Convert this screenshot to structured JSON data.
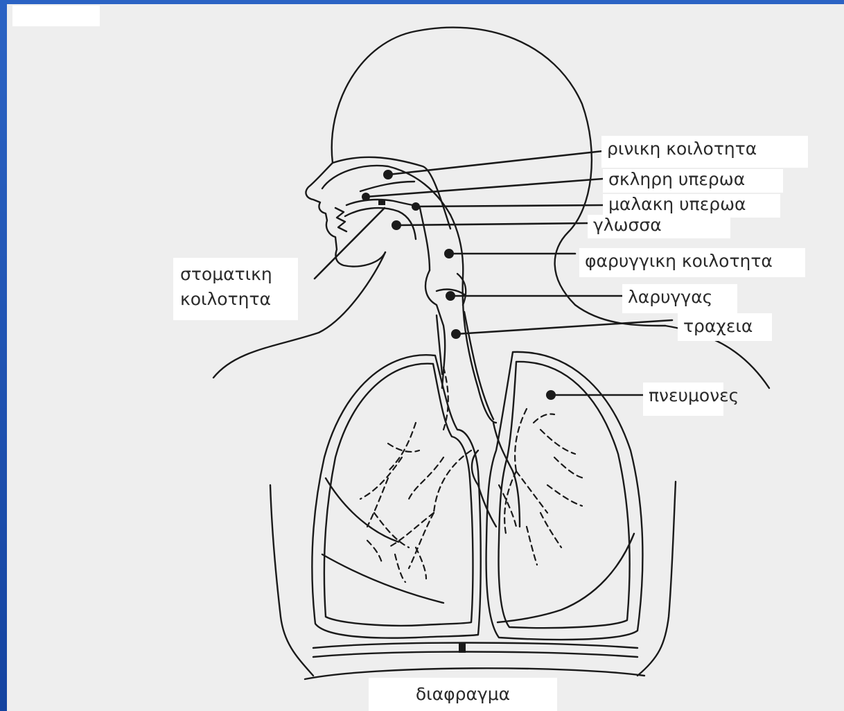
{
  "colors": {
    "frame": "#1a4fa8",
    "paper": "#eeeeee",
    "ink": "#1a1a1a",
    "label_bg": "#ffffff"
  },
  "labels": {
    "nasal_cavity": "ρινικη κοιλοτητα",
    "hard_palate": "σκληρη υπερωα",
    "soft_palate": "μαλακη υπερωα",
    "tongue": "γλωσσα",
    "pharyngeal_cavity": "φαρυγγικη κοιλοτητα",
    "larynx": "λαρυγγας",
    "trachea": "τραχεια",
    "lungs": "πνευμονες",
    "oral_cavity_line1": "στοματικη",
    "oral_cavity_line2": "κοιλοτητα",
    "diaphragm": "διαφραγμα"
  }
}
